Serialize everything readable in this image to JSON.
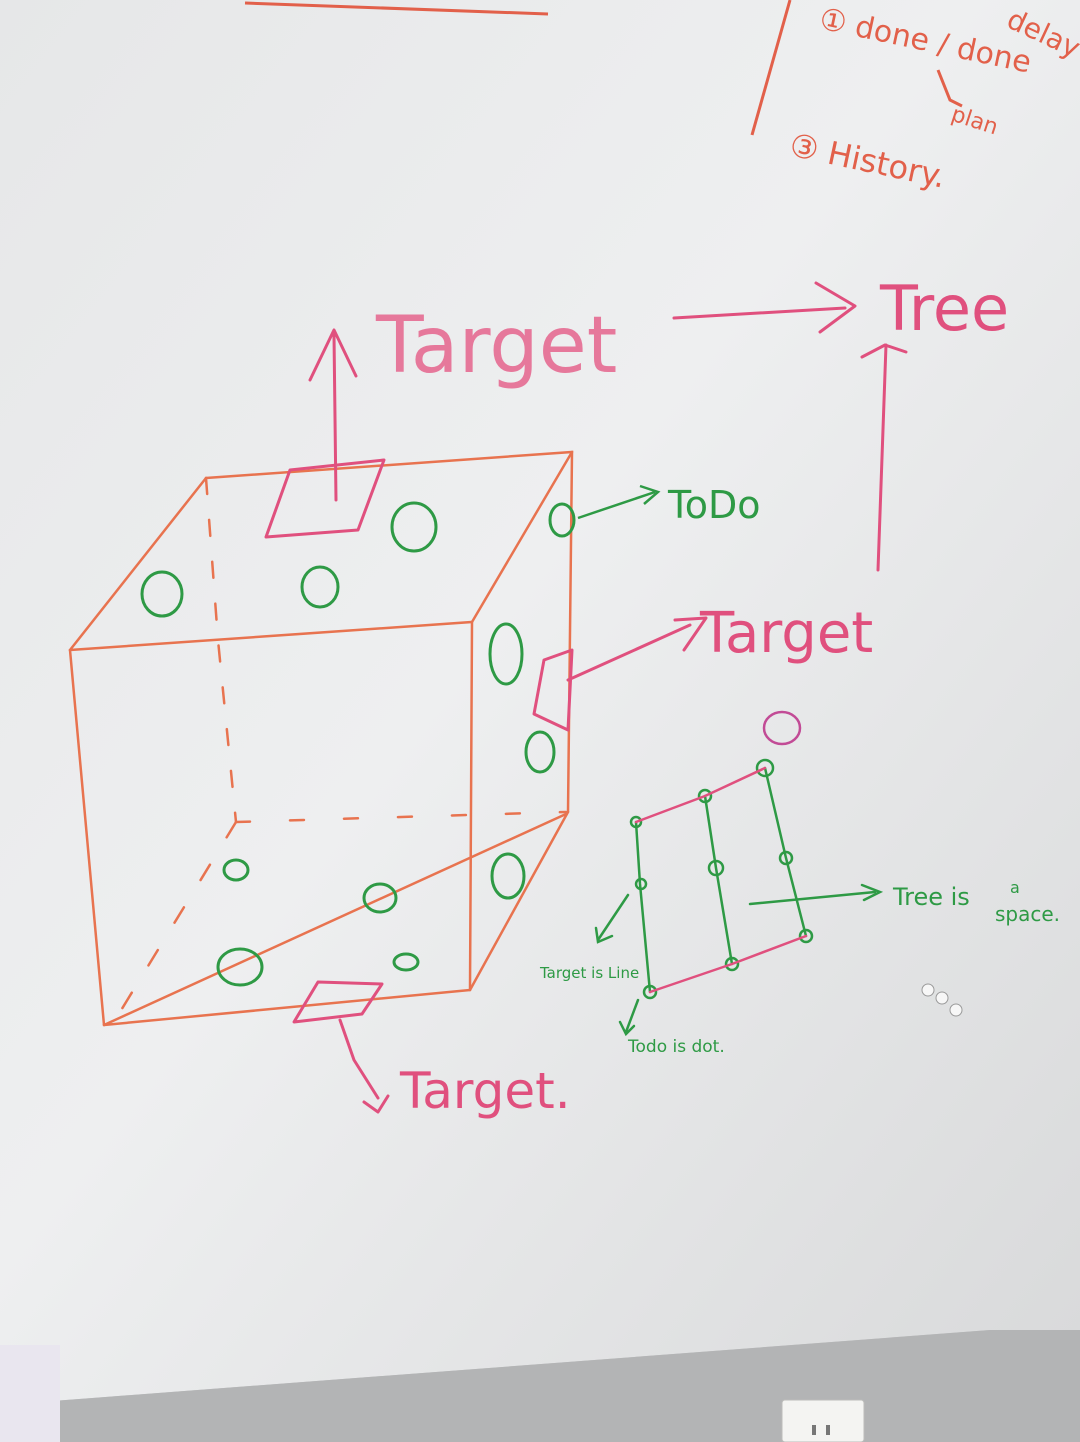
{
  "colors": {
    "board": "#e9eaeb",
    "board_shadow": "#c9cbcd",
    "orange": "#e8734f",
    "pink": "#e0507e",
    "green": "#2e9a45",
    "wall": "#b9babb",
    "outlet": "#f4f4f2"
  },
  "corner_notes": {
    "delay": "delay",
    "item1": "① done / done",
    "plan": "plan",
    "item3": "③ History."
  },
  "labels": {
    "target_top": "Target",
    "tree": "Tree",
    "todo": "ToDo",
    "target_right": "Target",
    "target_bottom": "Target.",
    "target_is_line": "Target is Line",
    "todo_is_dot": "Todo is dot.",
    "tree_is": "Tree is",
    "tree_is_mark": "a",
    "space": "space."
  },
  "icons": {
    "outlet": "wall-outlet-icon",
    "magnets": "magnet-icon"
  }
}
